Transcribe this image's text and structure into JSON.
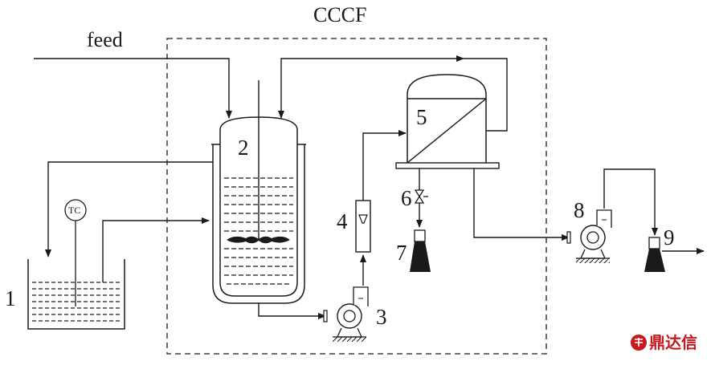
{
  "diagram": {
    "title": "CCCF",
    "feed_label": "feed",
    "tc_label": "TC",
    "equipment_numbers": [
      "1",
      "2",
      "3",
      "4",
      "5",
      "6",
      "7",
      "8",
      "9"
    ],
    "watermark": "鼎达信"
  },
  "colors": {
    "line": "#1a1a1a",
    "watermark": "#c8191f"
  }
}
